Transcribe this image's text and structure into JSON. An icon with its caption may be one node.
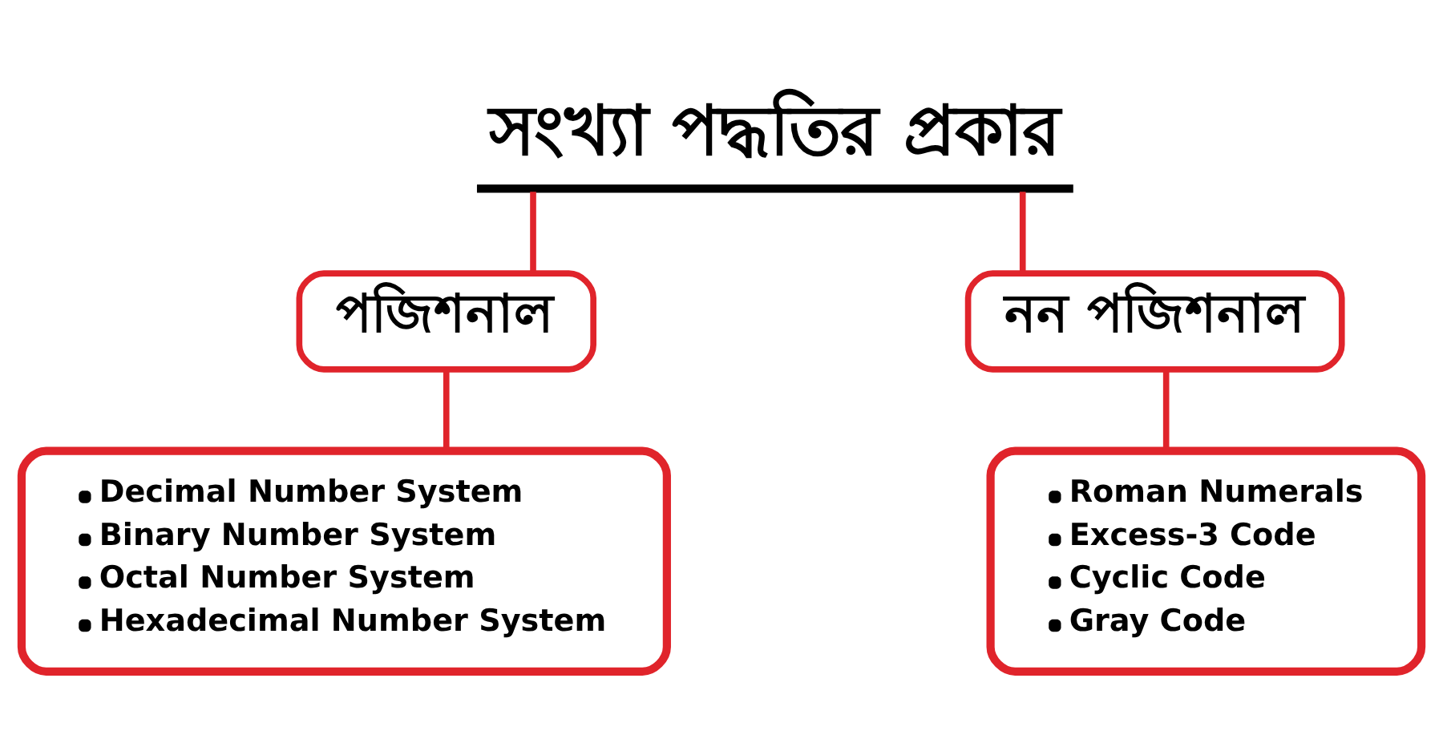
{
  "diagram": {
    "nodes": [
      {
        "text": [
          "সংখ্যা পদ্ধতির প্রকার"
        ]
      },
      {
        "text": [
          "পজিশনাল"
        ]
      },
      {
        "text": [
          "নন পজিশনাল"
        ]
      },
      {
        "text": [
          "Decimal Number System",
          "Binary Number System",
          "Octal Number System",
          "Hexadecimal Number System"
        ]
      },
      {
        "text": [
          "Roman Numerals",
          "Excess-3 Code",
          "Cyclic Code",
          "Gray Code"
        ]
      }
    ],
    "edges": [
      {
        "from": 0,
        "to": 1,
        "arrow": "none"
      },
      {
        "from": 0,
        "to": 2,
        "arrow": "none"
      },
      {
        "from": 1,
        "to": 3,
        "arrow": "none"
      },
      {
        "from": 2,
        "to": 4,
        "arrow": "none"
      }
    ]
  }
}
